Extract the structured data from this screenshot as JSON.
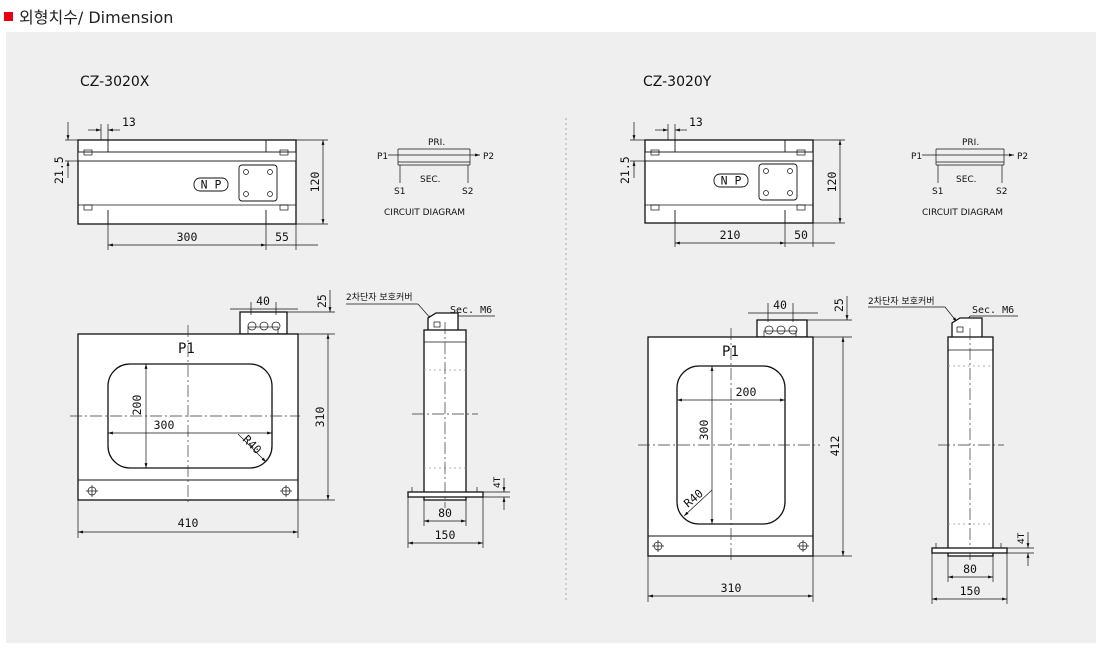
{
  "header": {
    "title": "외형치수/ Dimension",
    "accent_color": "#e60012"
  },
  "left": {
    "model": "CZ-3020X",
    "front": {
      "d13": "13",
      "d21_5": "21.5",
      "d120": "120",
      "d300": "300",
      "d55": "55",
      "plate": "N P"
    },
    "main": {
      "d40": "40",
      "d25": "25",
      "p1": "P1",
      "d200": "200",
      "d300": "300",
      "r40": "R40",
      "d310": "310",
      "d410": "410"
    },
    "side": {
      "cover": "2차단자 보호커버",
      "sec": "Sec. M6",
      "t4": "4T",
      "d80": "80",
      "d150": "150"
    }
  },
  "right": {
    "model": "CZ-3020Y",
    "front": {
      "d13": "13",
      "d21_5": "21.5",
      "d120": "120",
      "d210": "210",
      "d50": "50",
      "plate": "N P"
    },
    "main": {
      "d40": "40",
      "d25": "25",
      "p1": "P1",
      "d200": "200",
      "d300": "300",
      "r40": "R40",
      "d412": "412",
      "d310": "310"
    },
    "side": {
      "cover": "2차단자 보호커버",
      "sec": "Sec. M6",
      "t4": "4T",
      "d80": "80",
      "d150": "150"
    }
  },
  "circuit": {
    "pri": "PRI.",
    "p1": "P1",
    "p2": "P2",
    "sec": "SEC.",
    "s1": "S1",
    "s2": "S2",
    "caption": "CIRCUIT DIAGRAM"
  }
}
